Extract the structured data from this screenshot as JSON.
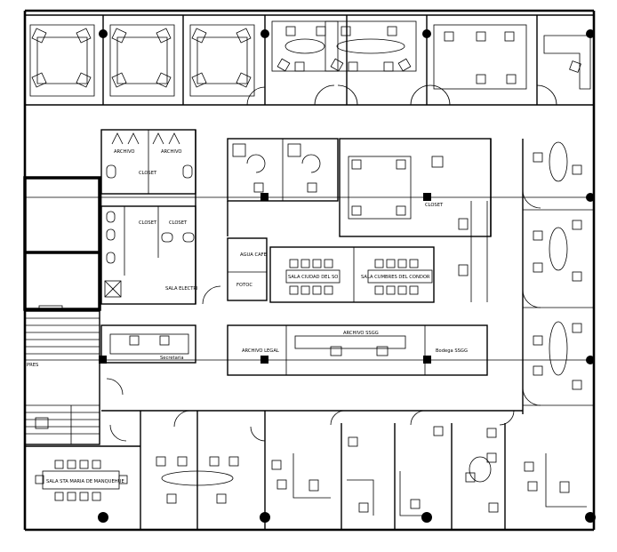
{
  "plan": {
    "rooms": [
      {
        "name": "archivo-1",
        "label": "ARCHIVO"
      },
      {
        "name": "archivo-2",
        "label": "ARCHIVO"
      },
      {
        "name": "closet-1",
        "label": "CLOSET"
      },
      {
        "name": "closet-2",
        "label": "CLOSET"
      },
      {
        "name": "closet-3",
        "label": "CLOSET"
      },
      {
        "name": "agua-cafe",
        "label": "AGUA CAFE"
      },
      {
        "name": "fotoc",
        "label": "FOTOC"
      },
      {
        "name": "sala-electrica",
        "label": "SALA ELECTRI"
      },
      {
        "name": "sala-ciudad",
        "label": "SALA CIUDAD DEL SO"
      },
      {
        "name": "sala-cumbres",
        "label": "SALA CUMBRES DEL CONDOR"
      },
      {
        "name": "closet-4",
        "label": "CLOSET"
      },
      {
        "name": "archivo-ssgg",
        "label": "ARCHIVO SSGG"
      },
      {
        "name": "archivo-legal",
        "label": "ARCHIVO LEGAL"
      },
      {
        "name": "bodega-ssgg",
        "label": "Bodega SSGG"
      },
      {
        "name": "secretaria",
        "label": "Secretaria"
      },
      {
        "name": "sala-santa",
        "label": "SALA STA MARIA DE MANQUEHUE"
      },
      {
        "name": "pres",
        "label": "PRES"
      }
    ]
  }
}
